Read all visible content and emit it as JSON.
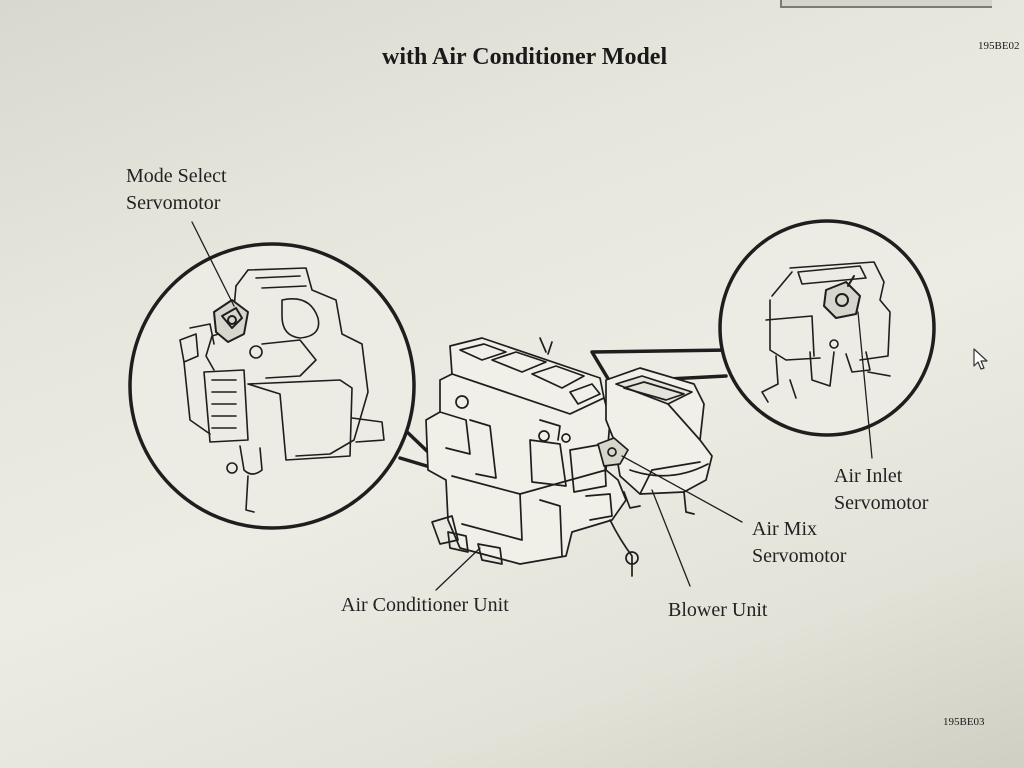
{
  "title": "with Air Conditioner Model",
  "figure_code_top": "195BE02",
  "figure_code_bottom": "195BE03",
  "labels": {
    "mode_select": [
      "Mode Select",
      "Servomotor"
    ],
    "air_inlet": [
      "Air Inlet",
      "Servomotor"
    ],
    "air_mix": [
      "Air Mix",
      "Servomotor"
    ],
    "air_conditioner_unit": "Air Conditioner Unit",
    "blower_unit": "Blower Unit"
  },
  "icons": [
    "mouse-pointer-icon"
  ],
  "colors": {
    "line": "#1e1e1e",
    "background": "#e6e6dc"
  }
}
